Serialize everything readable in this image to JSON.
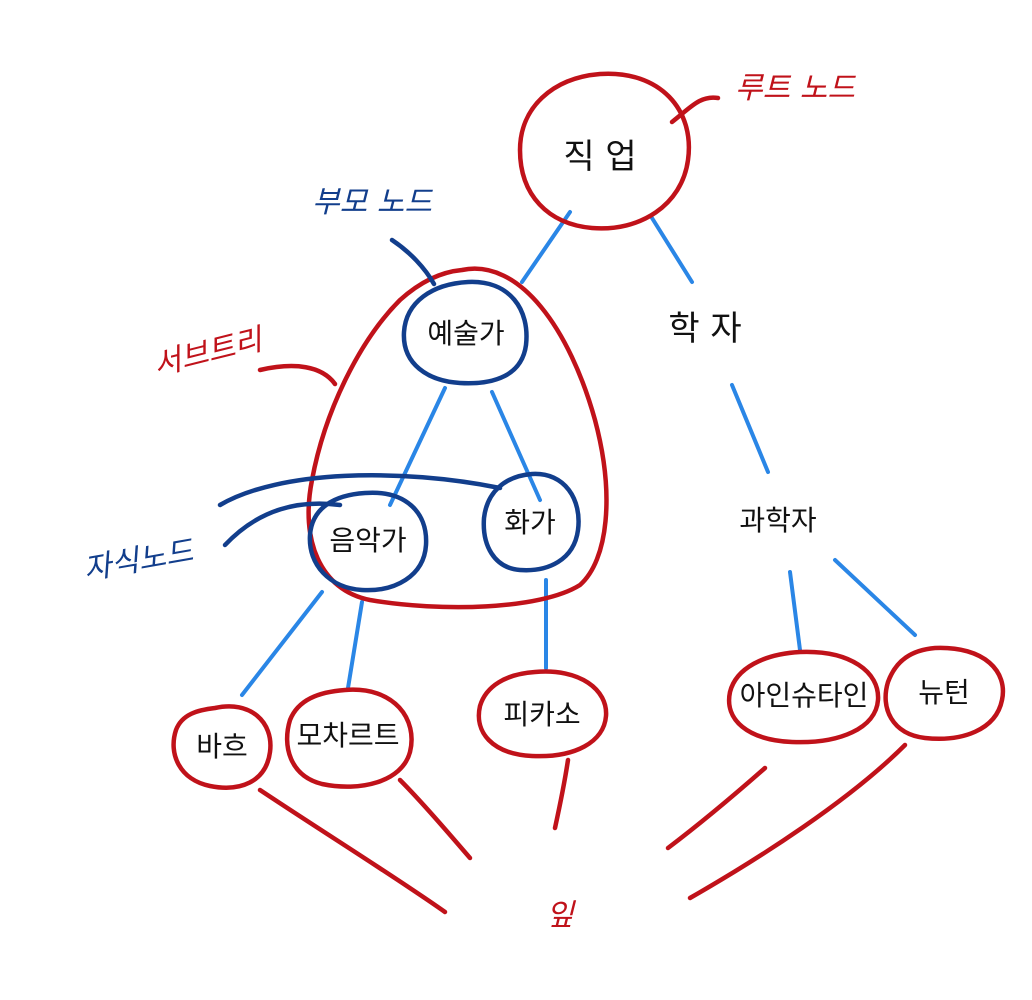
{
  "nodes": {
    "job": "직 업",
    "art": "예술가",
    "scholar": "학 자",
    "musician": "음악가",
    "painter": "화가",
    "scientist": "과학자",
    "bach": "바흐",
    "mozart": "모차르트",
    "picasso": "피카소",
    "einstein": "아인슈타인",
    "newton": "뉴턴"
  },
  "annotations": {
    "root_node": "루트 노드",
    "parent_node": "부모 노드",
    "subtree": "서브트리",
    "child_node": "자식노드",
    "leaf": "잎"
  },
  "colors": {
    "red_ink": "#c0121a",
    "blue_ink": "#123e8c",
    "edge_blue": "#2a86e6",
    "text": "#111111"
  }
}
